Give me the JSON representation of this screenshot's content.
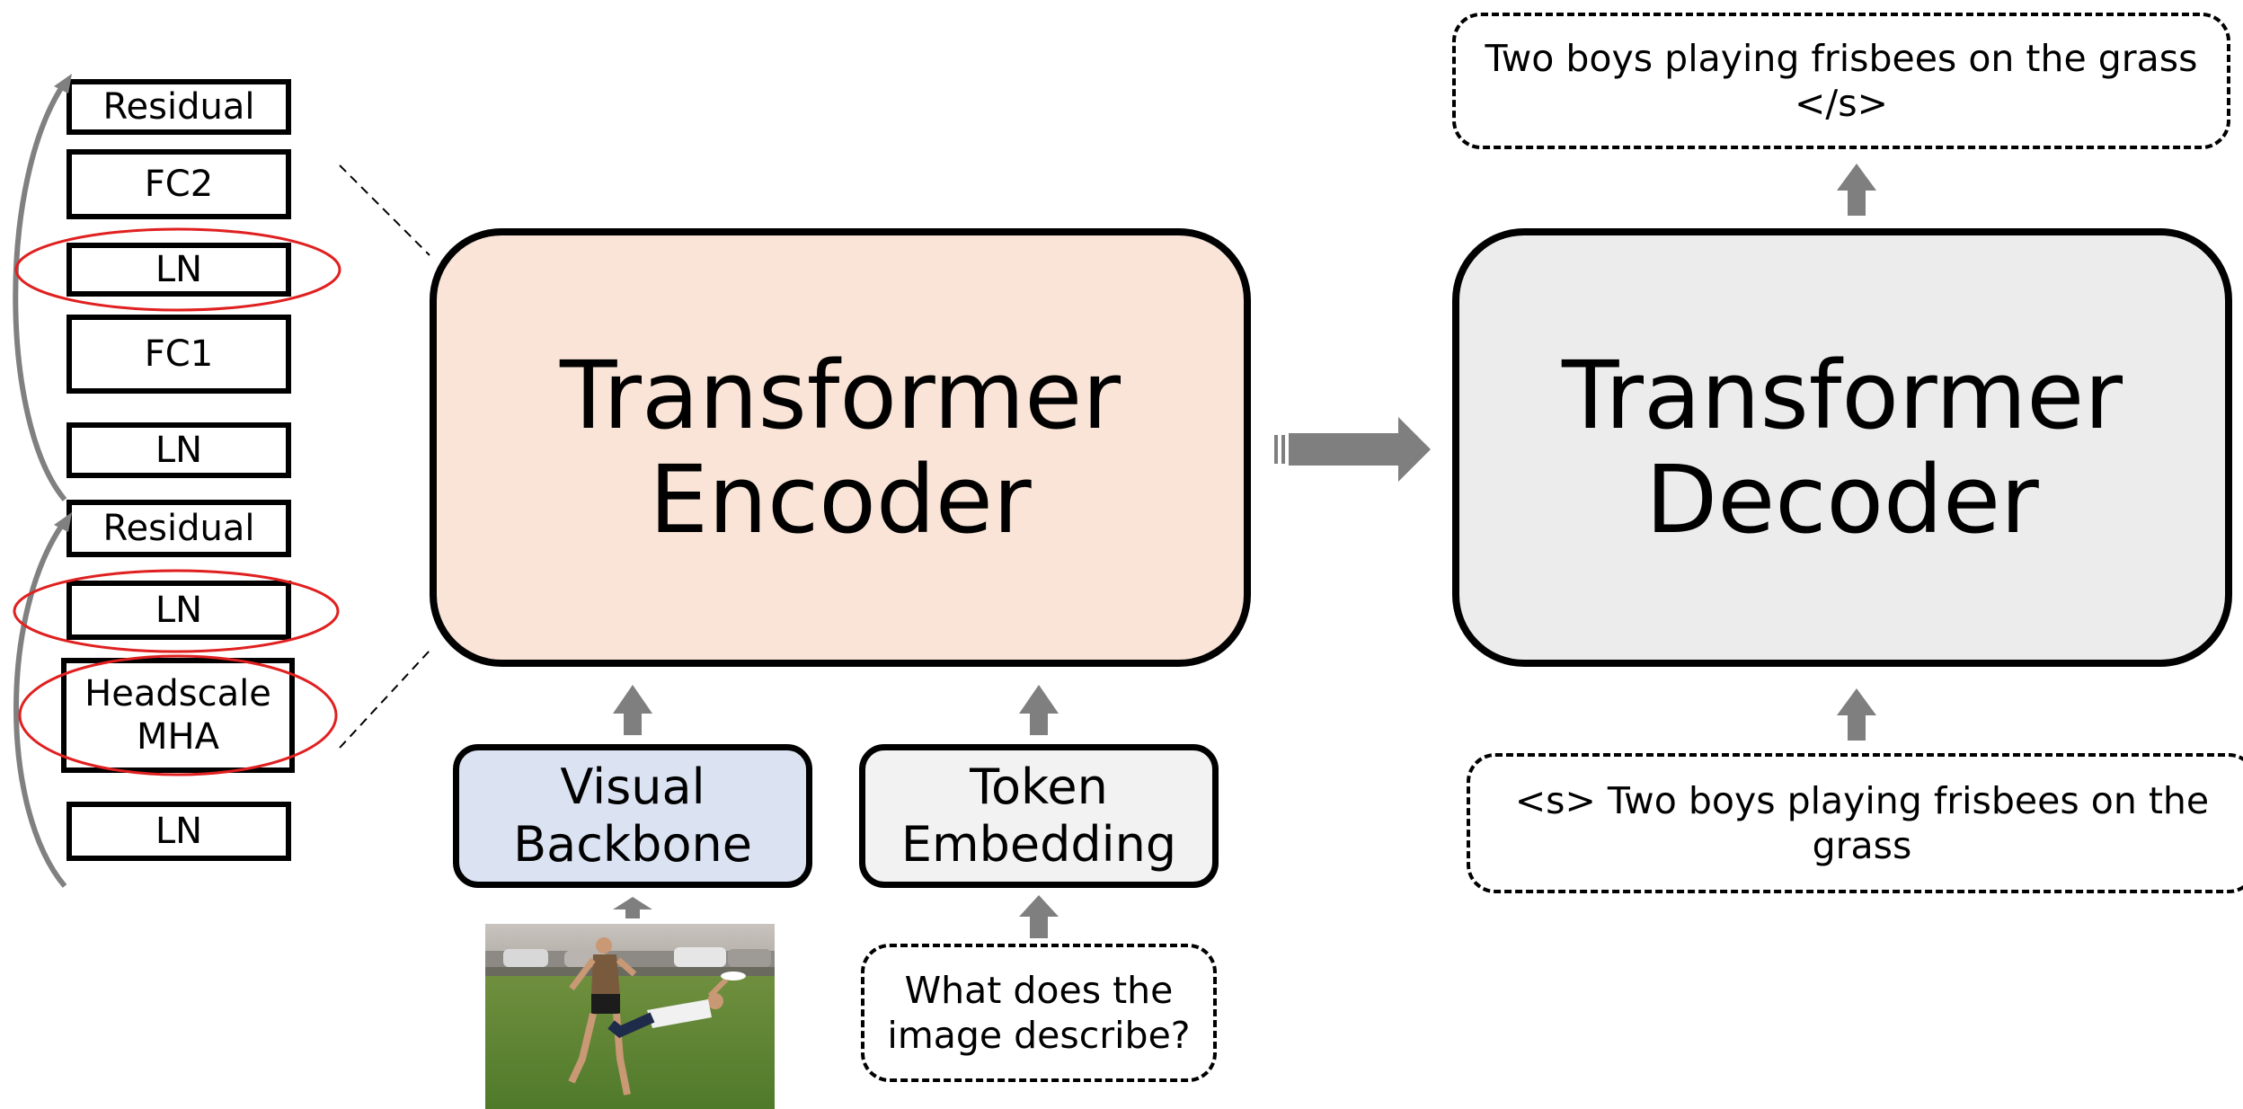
{
  "layers": [
    "Residual",
    "FC2",
    "LN",
    "FC1",
    "LN",
    "Residual",
    "LN",
    "Headscale MHA",
    "LN"
  ],
  "encoder": {
    "line1": "Transformer",
    "line2": "Encoder"
  },
  "decoder": {
    "line1": "Transformer",
    "line2": "Decoder"
  },
  "visual_backbone": {
    "line1": "Visual",
    "line2": "Backbone"
  },
  "token_embedding": {
    "line1": "Token",
    "line2": "Embedding"
  },
  "question": {
    "line1": "What does the",
    "line2": "image describe?"
  },
  "decoder_input": {
    "line1": "<s> Two boys playing frisbees on the",
    "line2": "grass"
  },
  "decoder_output": {
    "line1": "Two boys playing frisbees on the grass",
    "line2": "</s>"
  },
  "colors": {
    "encoder_fill": "#f9e4d7",
    "decoder_fill": "#ececec",
    "visual_fill": "#dbe3f3",
    "token_fill": "#f2f2f2",
    "highlight": "#e02020",
    "arrow": "#7f7f7f"
  }
}
